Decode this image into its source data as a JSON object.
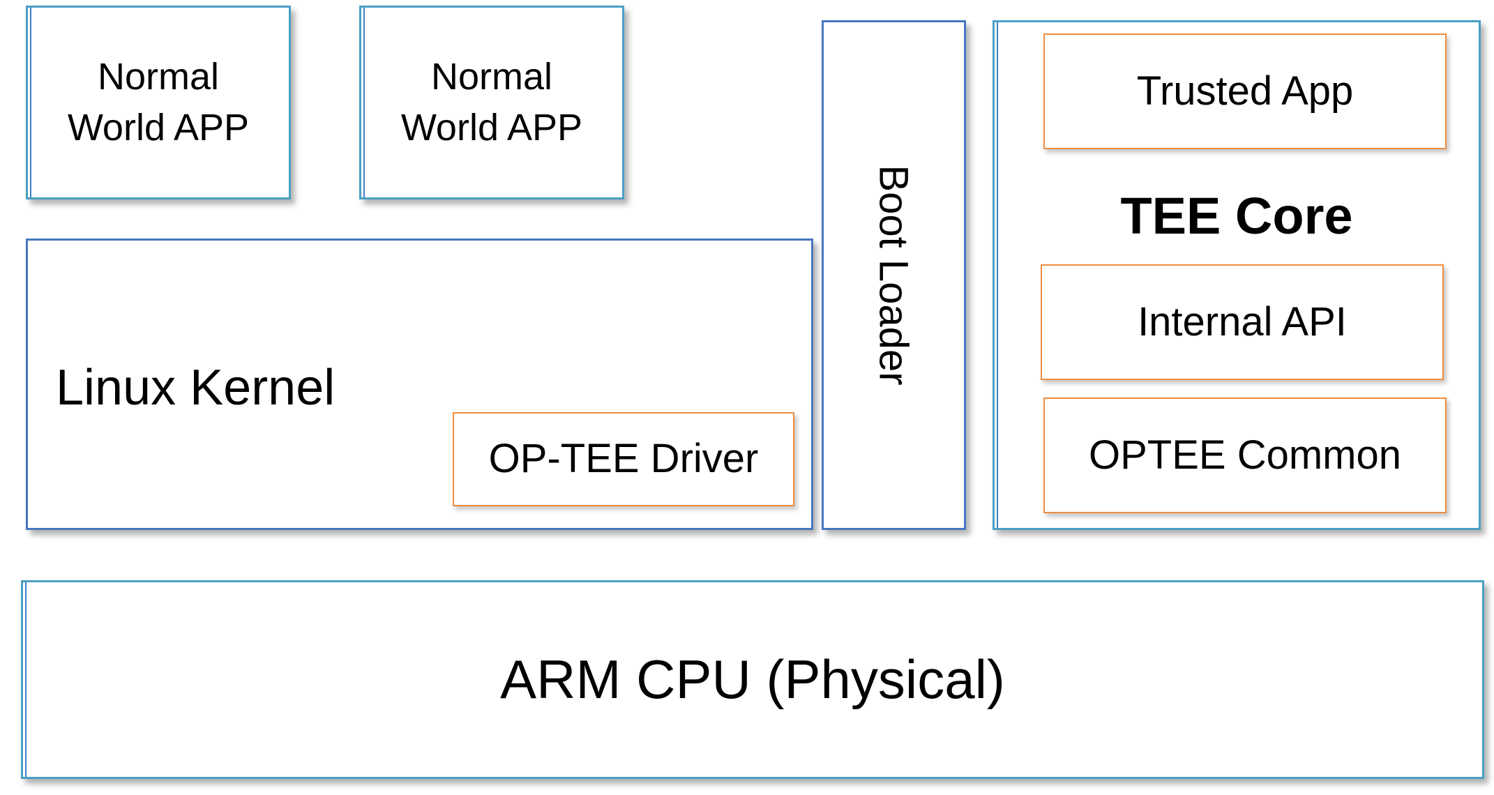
{
  "diagram": {
    "normal_apps": [
      {
        "label": "Normal\nWorld  APP"
      },
      {
        "label": "Normal\nWorld  APP"
      }
    ],
    "linux_kernel": {
      "label": "Linux Kernel",
      "driver_label": "OP-TEE Driver"
    },
    "boot_loader": {
      "label": "Boot Loader"
    },
    "tee": {
      "trusted_app_label": "Trusted App",
      "core_label": "TEE Core",
      "internal_api_label": "Internal API",
      "common_label": "OPTEE Common"
    },
    "cpu": {
      "label": "ARM CPU (Physical)"
    },
    "colors": {
      "world_box_border": "#4a9fc4",
      "navy_border": "#4677bf",
      "component_border": "#ef8c3f"
    }
  }
}
